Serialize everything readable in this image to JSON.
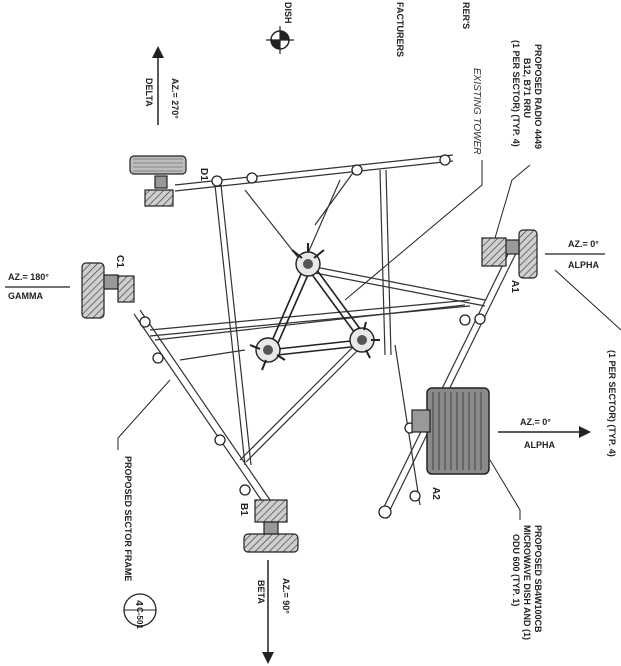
{
  "header_fragments": {
    "dish": "DISH",
    "facturers": "FACTURERS",
    "rers": "RER'S"
  },
  "proposed_radio": [
    "PROPOSED RADIO 4449",
    "B12, B71 RRU",
    "(1 PER SECTOR) (TYP. 4)"
  ],
  "existing_tower": "EXISTING TOWER",
  "sector_labels": {
    "alpha": "A1",
    "beta": "B1",
    "gamma": "C1",
    "delta": "D1",
    "alpha2": "A2"
  },
  "azimuths": {
    "delta": {
      "az": "AZ.= 270°",
      "name": "DELTA"
    },
    "gamma": {
      "az": "AZ.= 180°",
      "name": "GAMMA"
    },
    "alpha_top": {
      "az": "AZ.= 0°",
      "name": "ALPHA"
    },
    "alpha_mid": {
      "az": "AZ.= 0°",
      "name": "ALPHA"
    },
    "beta": {
      "az": "AZ.= 90°",
      "name": "BETA"
    }
  },
  "per_sector_right": "(1 PER SECTOR) (TYP. 4)",
  "proposed_sector_frame": "PROPOSED SECTOR FRAME",
  "proposed_dish": [
    "PROPOSED SB4W100CB",
    "MICROWAVE DISH AND (1)",
    "ODU 600 (TYP. 1)"
  ],
  "detail_ref": {
    "num": "4",
    "sheet": "C-501"
  },
  "colors": {
    "ink": "#222222",
    "hatch": "#555555"
  }
}
